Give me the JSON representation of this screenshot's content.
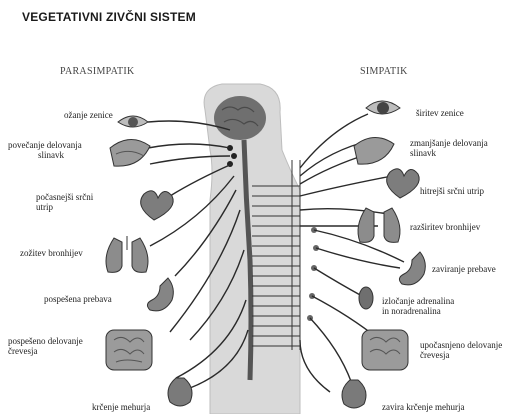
{
  "title": "VEGETATIVNI ZIVČNI SISTEM",
  "parasympathetic": {
    "heading": "PARASIMPATIK",
    "labels": [
      [
        "ožanje zenice"
      ],
      [
        "povečanje delovanja",
        "slinavk"
      ],
      [
        "počasnejši srčni",
        "utrip"
      ],
      [
        "zožitev bronhijev"
      ],
      [
        "pospešena prebava"
      ],
      [
        "pospešeno delovanje",
        "črevesja"
      ],
      [
        "krčenje mehurja"
      ]
    ]
  },
  "sympathetic": {
    "heading": "SIMPATIK",
    "labels": [
      [
        "širitev zenice"
      ],
      [
        "zmanjšanje delovanja",
        "slinavk"
      ],
      [
        "hitrejši srčni utrip"
      ],
      [
        "razširitev bronhijev"
      ],
      [
        "zaviranje prebave"
      ],
      [
        "izločanje adrenalina",
        "in noradrenalina"
      ],
      [
        "upočasnjeno delovanje",
        "črevesja"
      ],
      [
        "zavira krčenje mehurja"
      ]
    ]
  },
  "organs": [
    "eye",
    "salivary-gland",
    "heart",
    "lungs",
    "stomach",
    "adrenal-gland",
    "intestines",
    "bladder",
    "brain",
    "spinal-cord"
  ],
  "colors": {
    "line": "#2a2a2a",
    "body": "#d9d9d9",
    "organ": "#8a8a8a"
  }
}
